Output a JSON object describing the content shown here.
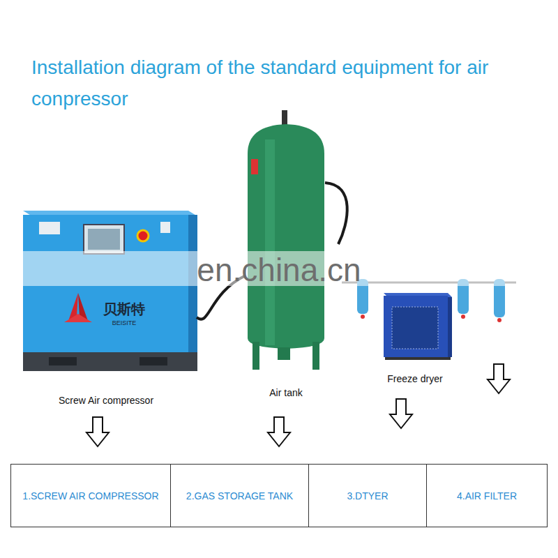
{
  "diagram": {
    "title": "Installation diagram of the standard equipment for air conpressor",
    "nodes": [
      {
        "text": [
          "1.SCREW AIR COMPRESSOR"
        ]
      },
      {
        "text": [
          "2.GAS STORAGE TANK"
        ]
      },
      {
        "text": [
          "3.DTYER"
        ]
      },
      {
        "text": [
          "4.AIR FILTER"
        ]
      }
    ],
    "labels": [
      "贝斯特",
      "BEISITE",
      "en.china.cn",
      "Screw Air compressor",
      "Air tank",
      "Freeze dryer"
    ]
  }
}
